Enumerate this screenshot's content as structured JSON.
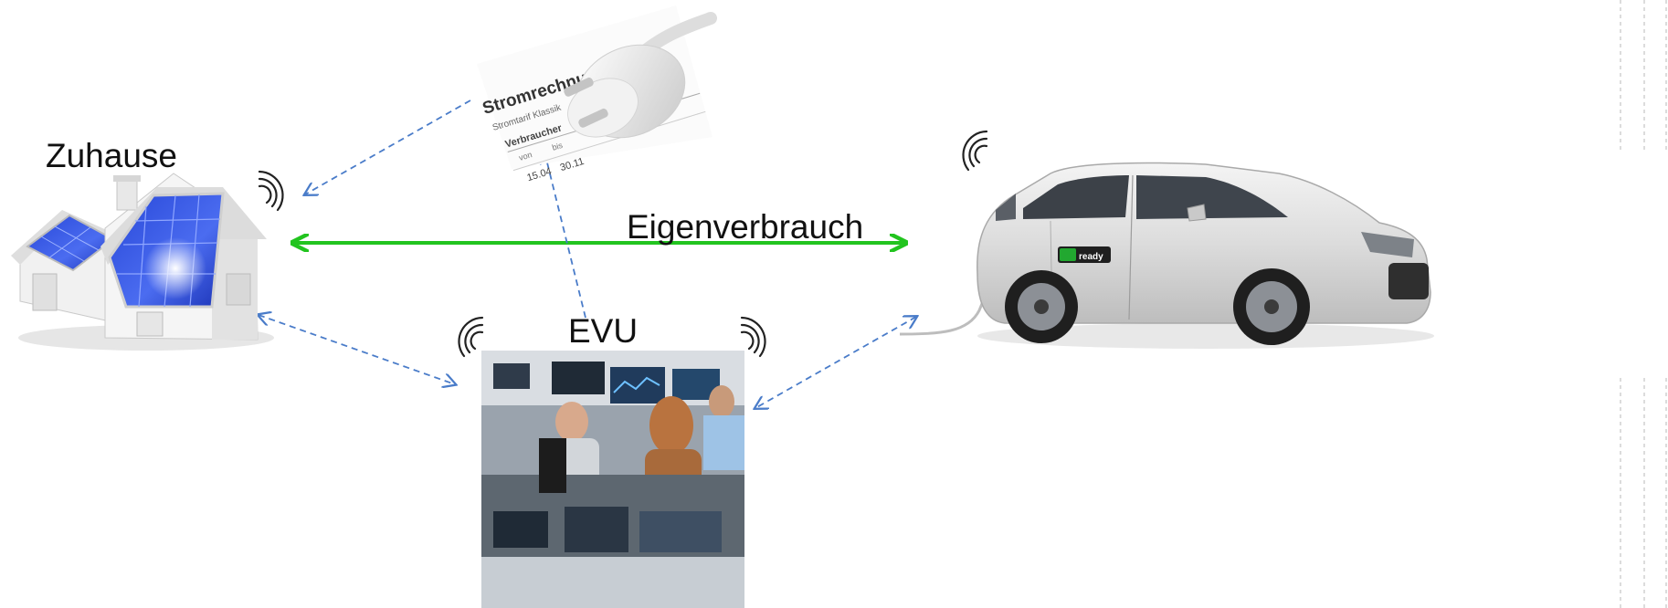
{
  "labels": {
    "home": "Zuhause",
    "utility": "EVU",
    "self_consumption": "Eigenverbrauch"
  },
  "bill": {
    "title": "Stromrechnung",
    "tariff": "Stromtarif Klassik",
    "consumption": "Verbraucher",
    "col_from": "von",
    "col_to": "bis",
    "date_1": "15.04",
    "date_2": "30.11"
  },
  "car": {
    "badge": "ready"
  },
  "colors": {
    "green_arrow": "#22c41f",
    "blue_arrow": "#4a7cc9",
    "signal": "#222222"
  },
  "icons": [
    "house-icon",
    "electricity-bill-icon",
    "plug-icon",
    "control-room-photo",
    "electric-car-icon",
    "wireless-signal-icon"
  ]
}
